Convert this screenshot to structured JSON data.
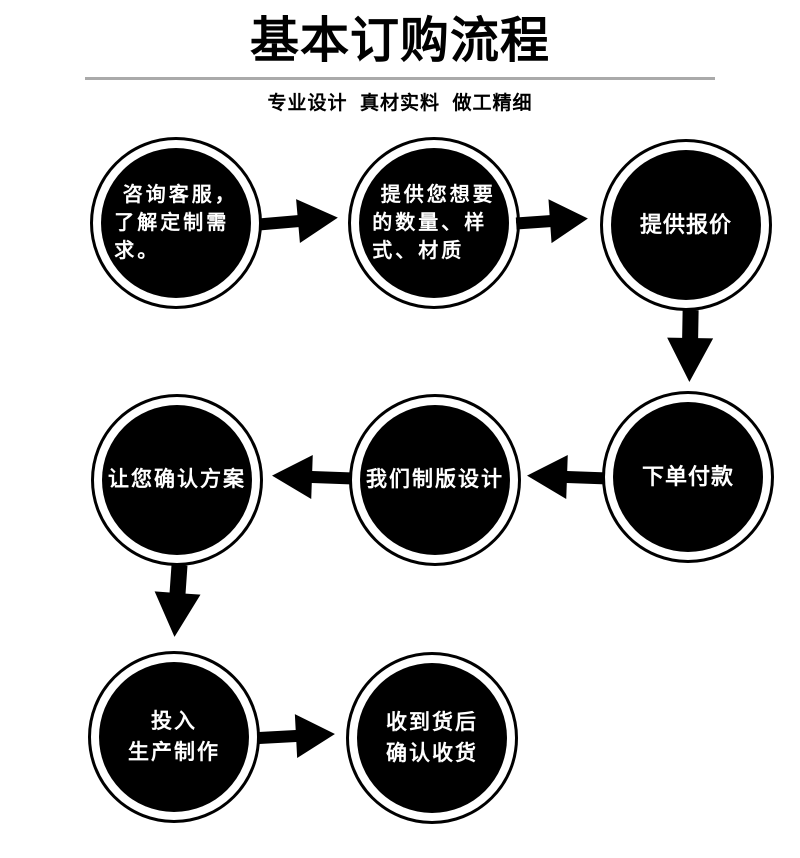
{
  "header": {
    "title": "基本订购流程",
    "subtitle": "专业设计  真材实料  做工精细"
  },
  "colors": {
    "ink": "#000000",
    "background": "#ffffff",
    "divider": "#aaaaaa",
    "step_text": "#ffffff"
  },
  "flow": {
    "steps": [
      {
        "id": 1,
        "text": "咨询客服，了解定制需求。",
        "lines": [
          " 咨询客服，",
          "了解定制需",
          "求。"
        ]
      },
      {
        "id": 2,
        "text": "提供您想要的数量、样式、材质",
        "lines": [
          " 提供您想要",
          "的数量、样",
          "式、材质"
        ]
      },
      {
        "id": 3,
        "text": "提供报价",
        "lines": [
          "提供报价"
        ]
      },
      {
        "id": 4,
        "text": "下单付款",
        "lines": [
          "下单付款"
        ]
      },
      {
        "id": 5,
        "text": "我们制版设计",
        "lines": [
          "我们制版设计"
        ]
      },
      {
        "id": 6,
        "text": "让您确认方案",
        "lines": [
          "让您确认方案"
        ]
      },
      {
        "id": 7,
        "text": "投入生产制作",
        "lines": [
          "投入",
          "生产制作"
        ]
      },
      {
        "id": 8,
        "text": "收到货后确认收货",
        "lines": [
          "收到货后",
          "确认收货"
        ]
      }
    ],
    "connections": [
      {
        "from": 1,
        "to": 2,
        "direction": "right"
      },
      {
        "from": 2,
        "to": 3,
        "direction": "right"
      },
      {
        "from": 3,
        "to": 4,
        "direction": "down"
      },
      {
        "from": 4,
        "to": 5,
        "direction": "left"
      },
      {
        "from": 5,
        "to": 6,
        "direction": "left"
      },
      {
        "from": 6,
        "to": 7,
        "direction": "down"
      },
      {
        "from": 7,
        "to": 8,
        "direction": "right"
      }
    ]
  }
}
